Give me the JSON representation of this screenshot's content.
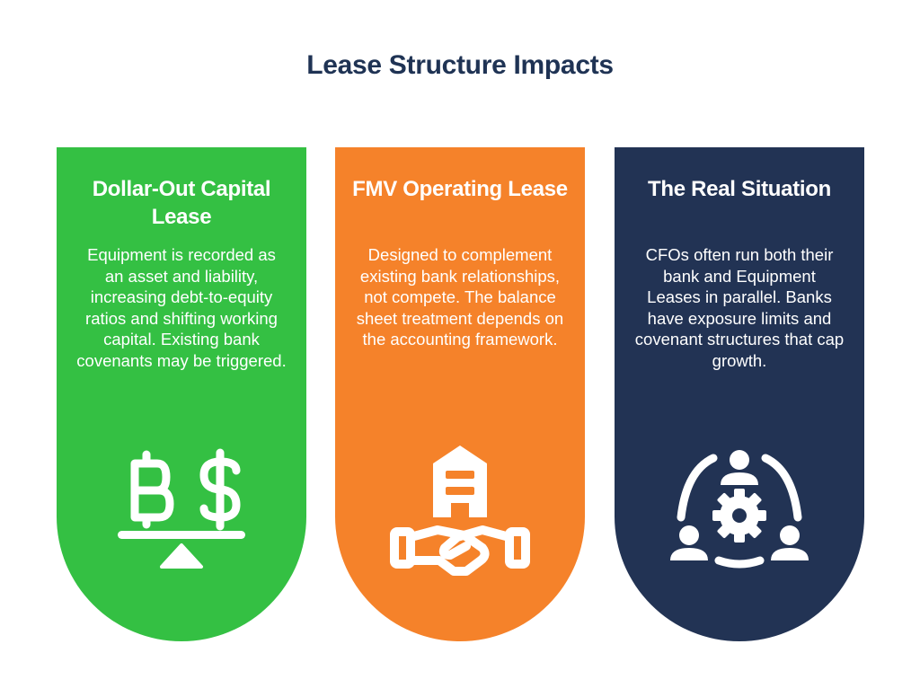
{
  "title": "Lease Structure Impacts",
  "cards": [
    {
      "title": "Dollar-Out Capital Lease",
      "body": "Equipment is recorded as an asset and liability, increasing debt-to-equity ratios and shifting working capital. Existing bank covenants may be triggered.",
      "color": "#34c043",
      "icon": "balance-scale-currency-icon"
    },
    {
      "title": "FMV Operating Lease",
      "body": "Designed to complement existing bank relationships, not compete. The balance sheet treatment depends on the accounting framework.",
      "color": "#f5822a",
      "icon": "building-handshake-icon"
    },
    {
      "title": "The Real Situation",
      "body": "CFOs often run both their bank and Equipment Leases in parallel. Banks have exposure limits and covenant structures that cap growth.",
      "color": "#223354",
      "icon": "people-gear-cycle-icon"
    }
  ]
}
